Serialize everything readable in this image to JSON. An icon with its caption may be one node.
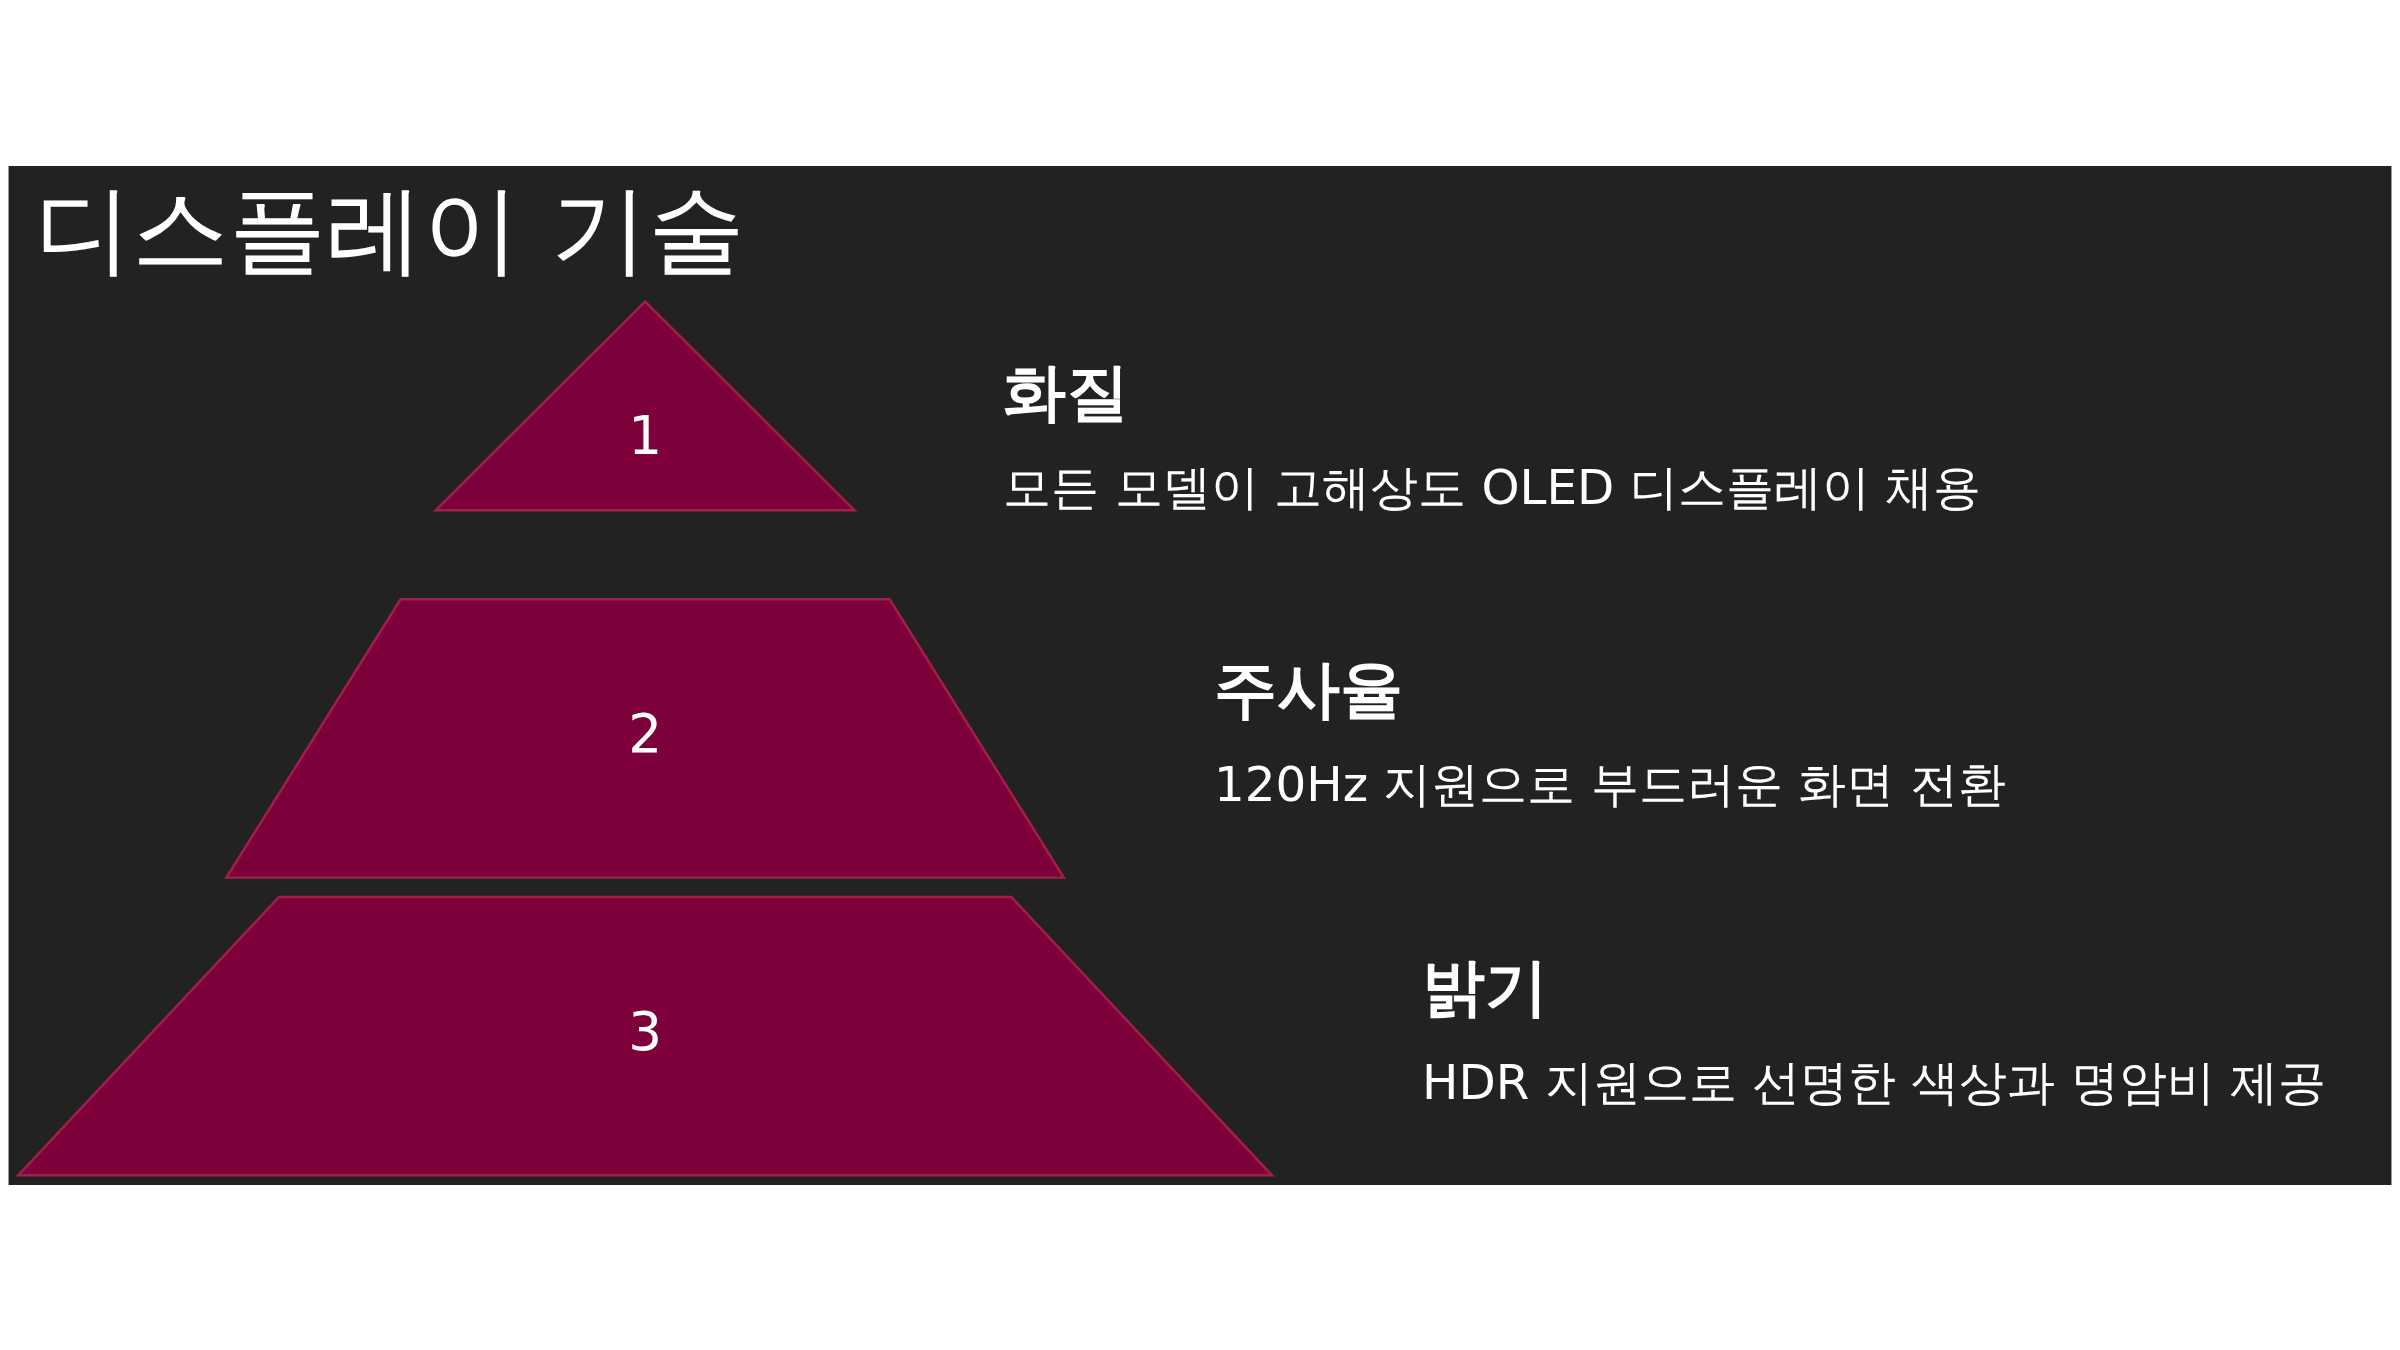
{
  "diagram": {
    "title": "디스플레이 기술",
    "nodes": [
      {
        "text": [
          "1"
        ],
        "beside": [
          "화질",
          "모든 모델이 고해상도 OLED 디스플레이 채용"
        ]
      },
      {
        "text": [
          "2"
        ],
        "beside": [
          "주사율",
          "120Hz 지원으로 부드러운 화면 전환"
        ]
      },
      {
        "text": [
          "3"
        ],
        "beside": [
          "밝기",
          "HDR 지원으로 선명한 색상과 명암비 제공"
        ]
      }
    ],
    "edges": []
  }
}
